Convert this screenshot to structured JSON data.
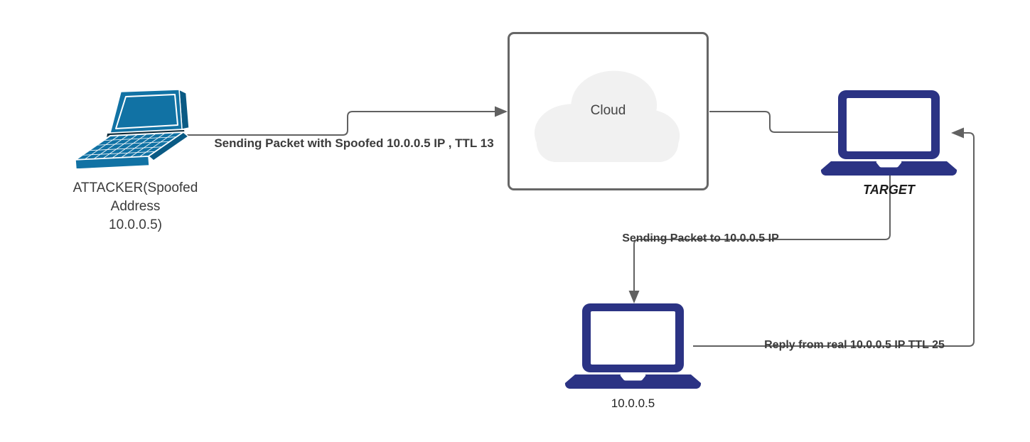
{
  "nodes": {
    "attacker": {
      "icon": "laptop-3d-icon",
      "label_lines": [
        "ATTACKER(Spoofed",
        "Address",
        "10.0.0.5)"
      ]
    },
    "cloud": {
      "icon": "cloud-shape",
      "label": "Cloud"
    },
    "target": {
      "icon": "laptop-icon",
      "label": "TARGET"
    },
    "real_host": {
      "icon": "laptop-icon",
      "label": "10.0.0.5"
    }
  },
  "edges": {
    "attacker_to_cloud": {
      "label": "Sending Packet with Spoofed 10.0.0.5 IP , TTL 13"
    },
    "target_to_real_host": {
      "label": "Sending Packet to 10.0.0.5 IP"
    },
    "real_host_to_target": {
      "label": "Reply from real 10.0.0.5 IP TTL 25"
    }
  },
  "colors": {
    "attacker_laptop": "#1172a4",
    "attacker_laptop_dark": "#0a5a84",
    "navy_laptop": "#2b3384",
    "connector": "#616161",
    "cloud_fill": "#f1f1f1",
    "cloud_border": "#666666",
    "node_label": "#3a3a3a",
    "edge_label": "#3b3b3b",
    "background": "#ffffff"
  }
}
